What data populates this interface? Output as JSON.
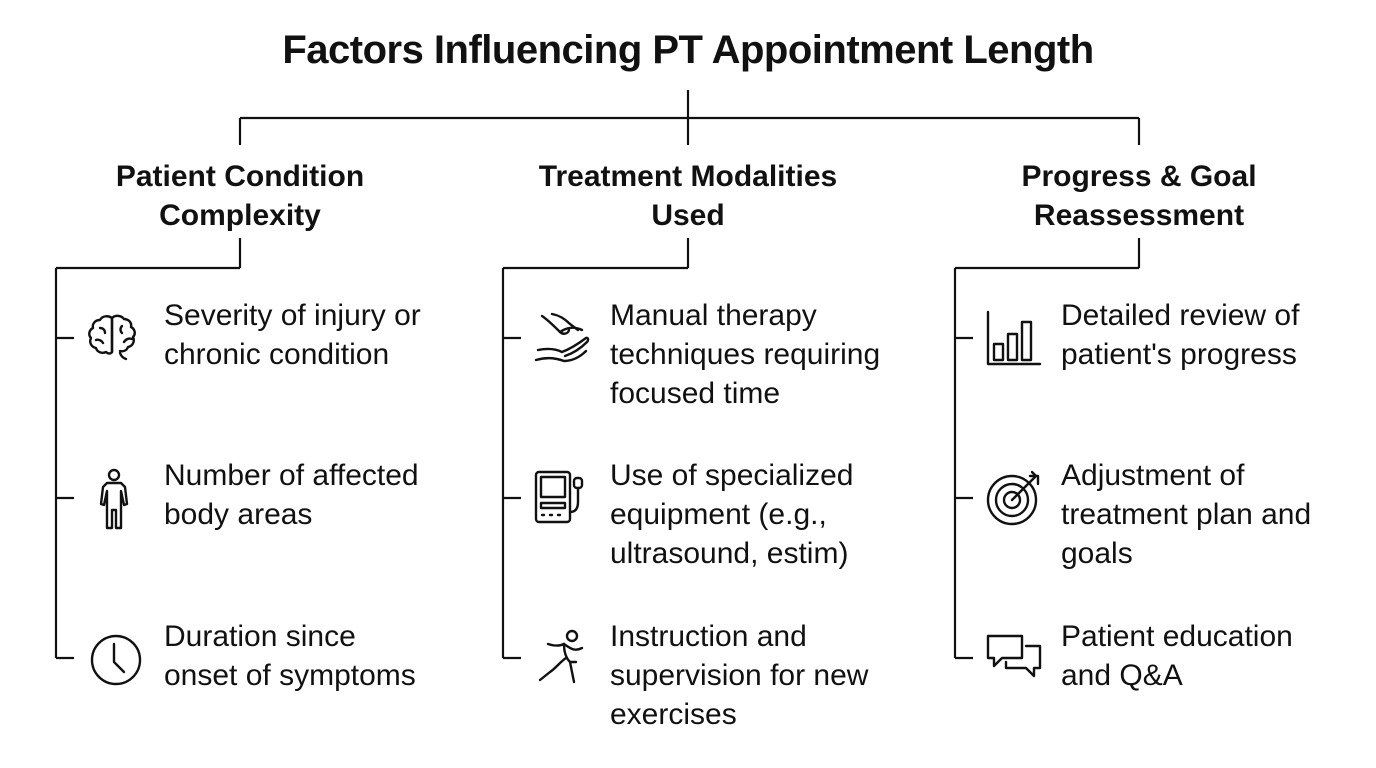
{
  "title": "Factors Influencing PT Appointment Length",
  "columns": [
    {
      "heading_line1": "Patient Condition",
      "heading_line2": "Complexity",
      "items": [
        {
          "icon": "brain-icon",
          "text_lines": [
            "Severity of injury or",
            "chronic condition"
          ]
        },
        {
          "icon": "human-body-icon",
          "text_lines": [
            "Number of affected",
            "body areas"
          ]
        },
        {
          "icon": "clock-icon",
          "text_lines": [
            "Duration since",
            "onset of symptoms"
          ]
        }
      ]
    },
    {
      "heading_line1": "Treatment Modalities",
      "heading_line2": "Used",
      "items": [
        {
          "icon": "hands-icon",
          "text_lines": [
            "Manual therapy",
            "techniques requiring",
            "focused time"
          ]
        },
        {
          "icon": "medical-device-icon",
          "text_lines": [
            "Use of specialized",
            "equipment (e.g.,",
            "ultrasound, estim)"
          ]
        },
        {
          "icon": "exercise-figure-icon",
          "text_lines": [
            "Instruction and",
            "supervision for new",
            "exercises"
          ]
        }
      ]
    },
    {
      "heading_line1": "Progress & Goal",
      "heading_line2": "Reassessment",
      "items": [
        {
          "icon": "bar-chart-icon",
          "text_lines": [
            "Detailed review of",
            "patient's progress"
          ]
        },
        {
          "icon": "target-icon",
          "text_lines": [
            "Adjustment of",
            "treatment plan and",
            "goals"
          ]
        },
        {
          "icon": "chat-bubbles-icon",
          "text_lines": [
            "Patient education",
            "and Q&A"
          ]
        }
      ]
    }
  ]
}
